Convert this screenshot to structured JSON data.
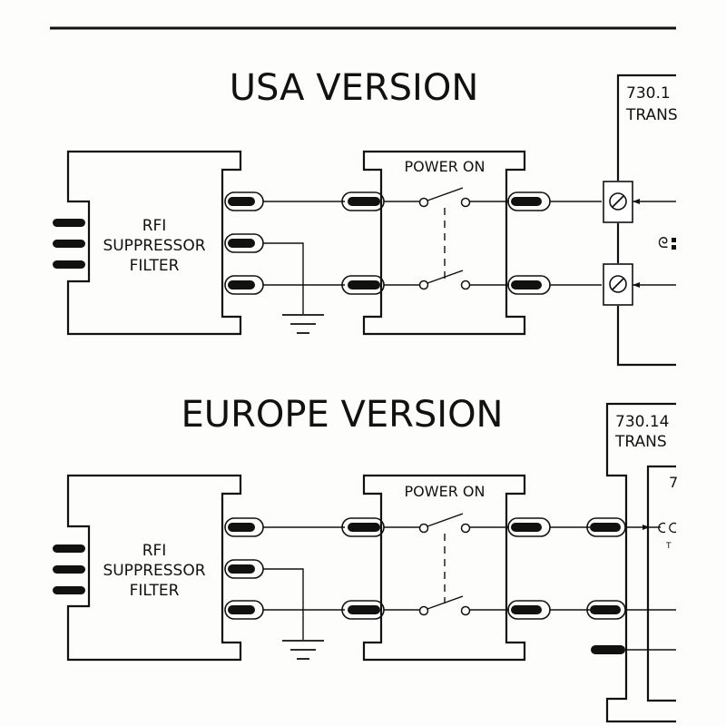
{
  "usa": {
    "title": "USA VERSION",
    "filter_line1": "RFI",
    "filter_line2": "SUPPRESSOR",
    "filter_line3": "FILTER",
    "switch_label": "POWER ON",
    "module_line1": "730.1",
    "module_line2": "TRANS",
    "side_mark": "ᘓ"
  },
  "europe": {
    "title": "EUROPE VERSION",
    "filter_line1": "RFI",
    "filter_line2": "SUPPRESSOR",
    "filter_line3": "FILTER",
    "switch_label": "POWER ON",
    "module_line1": "730.14",
    "module_line2": "TRANS",
    "inner_mark": "7",
    "terminal_mark": "T"
  }
}
